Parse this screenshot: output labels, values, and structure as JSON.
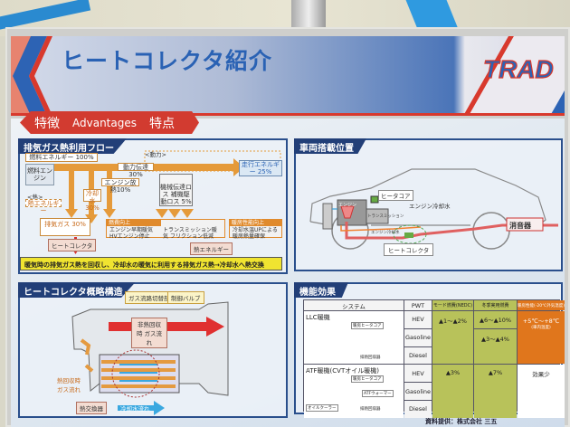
{
  "header": {
    "title": "ヒートコレクタ紹介",
    "logo": "TRAD"
  },
  "tag": {
    "jp": "特徴",
    "en": "Advantages",
    "cn": "特点"
  },
  "flow": {
    "title": "排気ガス熱利用フロー",
    "fuel": "燃料エネルギー 100%",
    "engine": "燃料エンジン",
    "power_group": "<動力>",
    "power_transfer": "動力伝達30%",
    "drive": "走行エネルギー 25%",
    "engine_radiation": "エンジン放熱10%",
    "coolant": "冷却水 30%",
    "losses": "機械伝達ロス 補機駆動ロス 5%",
    "heat_group": "<熱>",
    "heat_energy": "熱エネルギー",
    "exhaust": "排気ガス 30%",
    "heat_collector": "ヒートコレクタ",
    "fuel_eff": "燃費向上",
    "fuel_eff_1": "エンジン早期暖気 HVエンジン停止",
    "fuel_eff_2": "トランスミッション暖気 フリクション低減",
    "heating": "暖房性能向上",
    "heating_1": "冷却水温UPによる 暖房熱量確保",
    "heat_energy2": "熱エネルギー",
    "summary": "暖気時の排気ガス熱を回収し、冷却水の暖気に利用する排気ガス熱→冷却水へ熱交換"
  },
  "vehicle": {
    "title": "車両搭載位置",
    "heater_core": "ヒータコア",
    "engine_coolant": "エンジン冷却水",
    "engine": "エンジン",
    "transmission": "トランスミッション",
    "engine_coolant_small": "エンジン冷却水",
    "heat_collector": "ヒートコレクタ",
    "muffler": "消音器"
  },
  "structure": {
    "title": "ヒートコレクタ概略構造",
    "switch": "ガス流路切替部",
    "valve": "制御バルブ",
    "no_recovery": "非熱回収時 ガス流れ",
    "recovery": "熱回収時 ガス流れ",
    "exchanger": "熱交換器",
    "coolant_flow": "冷却水流れ"
  },
  "effects": {
    "title": "機能効果",
    "headers": [
      "システム",
      "PWT",
      "モード燃費(NEDC)",
      "冬季実用燃費",
      "暖房性能(-20℃外気温度)"
    ],
    "llc": {
      "name": "LLC暖機",
      "heater": "暖房ヒータコア",
      "recovery": "排熱回収器"
    },
    "atf": {
      "name": "ATF暖機(CVTオイル暖機)",
      "heater": "暖房ヒータコア",
      "warmer": "ATFウォーマー",
      "cooler": "オイルクーラー",
      "recovery": "排熱回収器"
    },
    "pwt": [
      "HEV",
      "Gasoline",
      "Diesel",
      "HEV",
      "Gasoline",
      "Diesel"
    ],
    "llc_mode": "▲1〜▲2%",
    "llc_winter_hev": "▲6〜▲10%",
    "llc_winter_other": "▲3〜▲4%",
    "llc_heating": "+5℃〜+8℃",
    "llc_heating_note": "(車内温度)",
    "atf_mode": "▲3%",
    "atf_winter": "▲7%",
    "atf_heating": "効果少"
  },
  "credit": "資料提供：株式会社 三五",
  "colors": {
    "accent_blue": "#2a62b4",
    "accent_red": "#d23b30",
    "panel_navy": "#223f78",
    "orange": "#e08a2c"
  }
}
